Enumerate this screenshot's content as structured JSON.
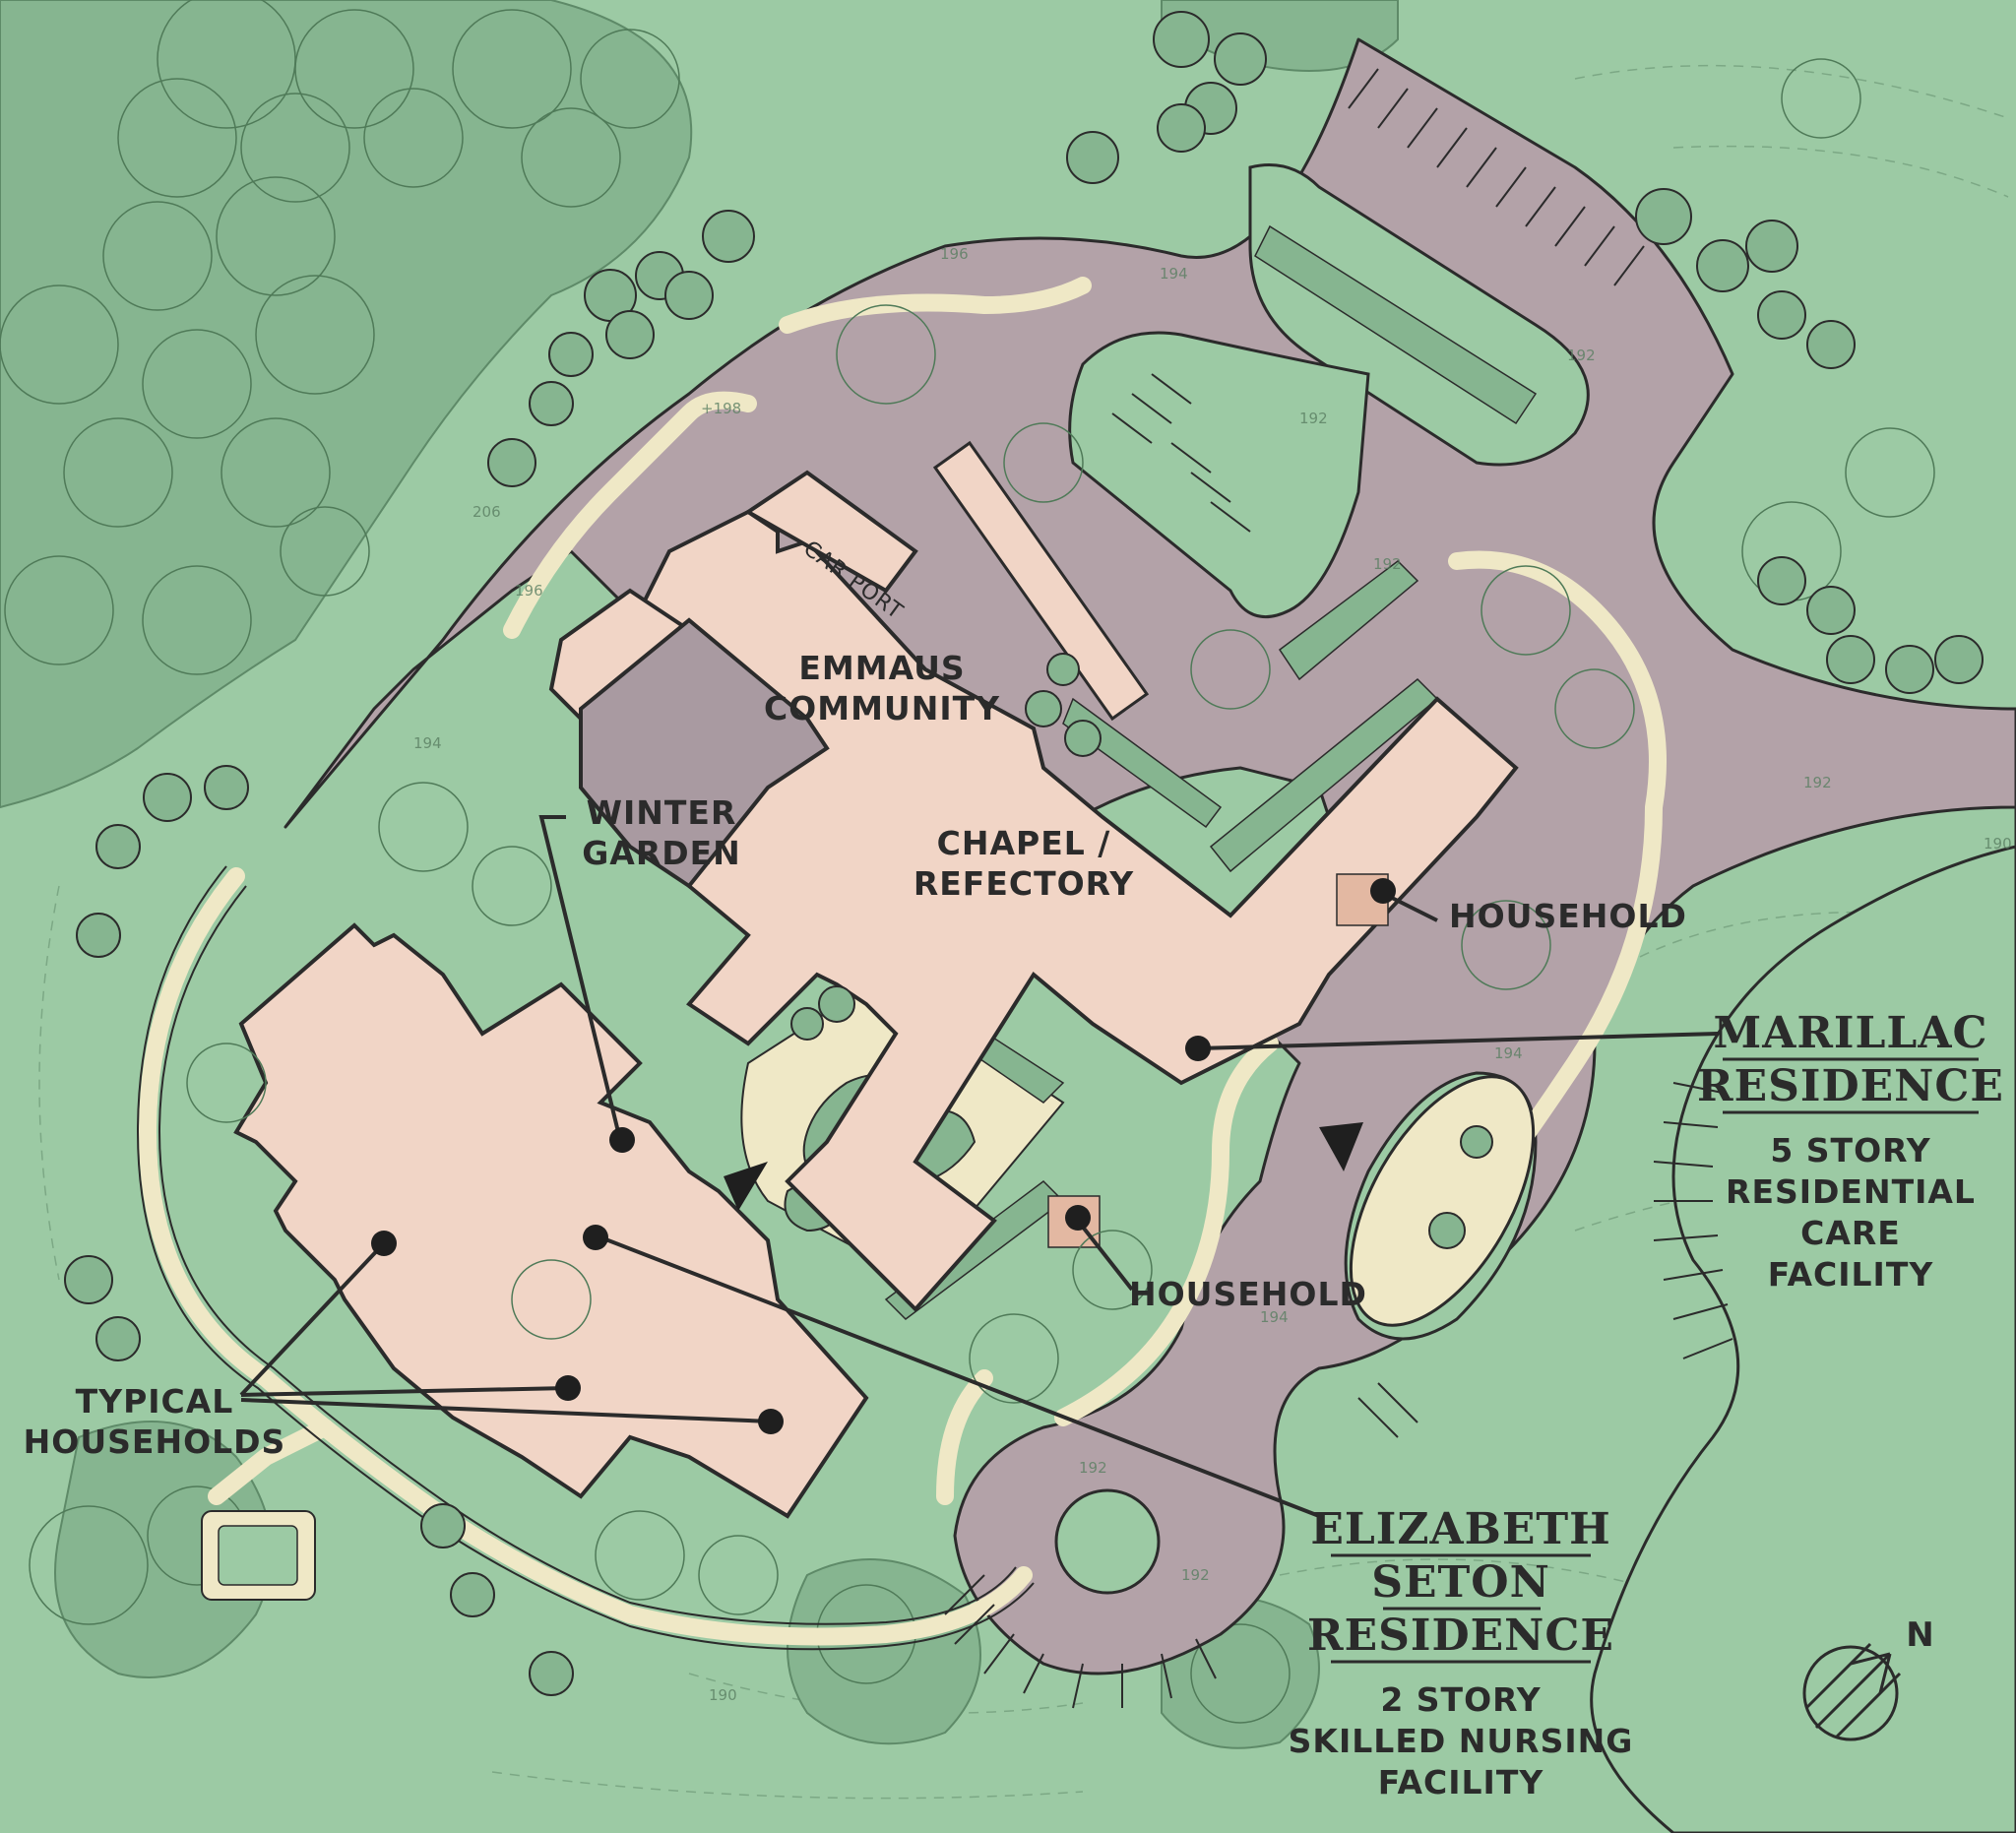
{
  "labels": {
    "emmaus": [
      "EMMAUS",
      "COMMUNITY"
    ],
    "winter_garden": [
      "WINTER",
      "GARDEN"
    ],
    "chapel": [
      "CHAPEL /",
      "REFECTORY"
    ],
    "household_upper": "HOUSEHOLD",
    "household_lower": "HOUSEHOLD",
    "car_port": "CAR PORT",
    "typical_households": [
      "TYPICAL",
      "HOUSEHOLDS"
    ],
    "marillac": {
      "name": [
        "MARILLAC",
        "RESIDENCE"
      ],
      "desc": [
        "5 STORY",
        "RESIDENTIAL",
        "CARE",
        "FACILITY"
      ]
    },
    "seton": {
      "name": [
        "ELIZABETH",
        "SETON",
        "RESIDENCE"
      ],
      "desc": [
        "2 STORY",
        "SKILLED NURSING",
        "FACILITY"
      ]
    },
    "north": "N"
  },
  "contours": [
    "196",
    "194",
    "+198",
    "192",
    "192",
    "206",
    "196",
    "194",
    "192",
    "192",
    "194",
    "194",
    "192",
    "192",
    "190",
    "190"
  ],
  "colors": {
    "grass": "#9ccaa4",
    "woods": "#86b590",
    "road": "#b3a2a8",
    "walk": "#efe8c6",
    "building": "#f1d5c6",
    "winter_garden": "#a99aa1",
    "outline": "#2b2b2b"
  }
}
